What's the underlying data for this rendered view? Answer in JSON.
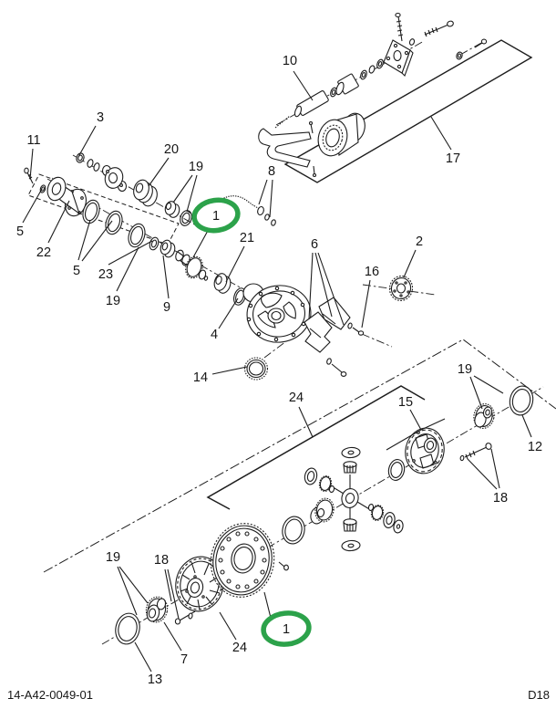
{
  "diagram": {
    "type": "exploded-parts-diagram",
    "subject": "differential-carrier-assembly",
    "colors": {
      "highlight": "#2ca24a",
      "line": "#1d1d1d",
      "background": "#ffffff"
    },
    "callouts": [
      {
        "text": "10"
      },
      {
        "text": "17"
      },
      {
        "text": "3"
      },
      {
        "text": "11"
      },
      {
        "text": "20"
      },
      {
        "text": "19"
      },
      {
        "text": "8"
      },
      {
        "text": "5"
      },
      {
        "text": "22"
      },
      {
        "text": "5"
      },
      {
        "text": "23"
      },
      {
        "text": "19"
      },
      {
        "text": "9"
      },
      {
        "text": "21"
      },
      {
        "text": "6"
      },
      {
        "text": "16"
      },
      {
        "text": "2"
      },
      {
        "text": "4"
      },
      {
        "text": "14"
      },
      {
        "text": "24"
      },
      {
        "text": "15"
      },
      {
        "text": "19"
      },
      {
        "text": "12"
      },
      {
        "text": "18"
      },
      {
        "text": "19"
      },
      {
        "text": "18"
      },
      {
        "text": "7"
      },
      {
        "text": "24"
      },
      {
        "text": "13"
      }
    ],
    "highlights": [
      {
        "label": "1"
      },
      {
        "label": "1"
      }
    ],
    "footer": {
      "left": "14-A42-0049-01",
      "right": "D18"
    }
  }
}
